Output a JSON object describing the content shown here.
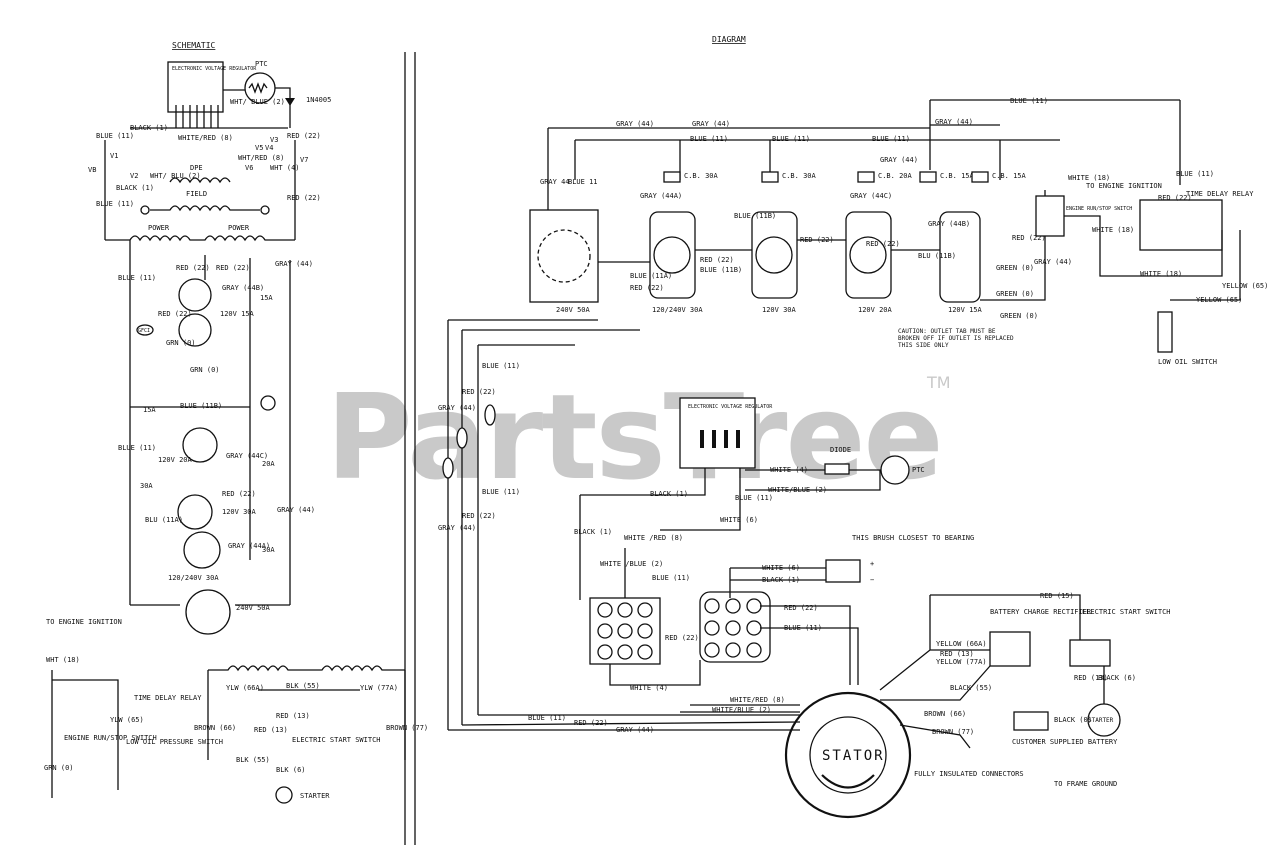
{
  "headings": {
    "schematic": "SCHEMATIC",
    "diagram": "DIAGRAM"
  },
  "watermark": {
    "brand": "PartsTree",
    "trademark": "TM",
    "color": "#c9c9c9"
  },
  "schematic_labels": {
    "ptc": "PTC",
    "diode_part": "1N4005",
    "voltage_regulator": "ELECTRONIC VOLTAGE REGULATOR",
    "wht_blue_2": "WHT/ BLUE (2)",
    "blue_11_a": "BLUE (11)",
    "black_1_a": "BLACK (1)",
    "white_red_8": "WHITE/RED (8)",
    "red_22_a": "RED (22)",
    "v1": "V1",
    "v2": "V2",
    "v3": "V3",
    "v4": "V4",
    "v5": "V5",
    "v6": "V6",
    "v7": "V7",
    "vb": "VB",
    "wht_blu_2": "WHT/ BLU (2)",
    "dpe": "DPE",
    "wht_red_8": "WHT/RED (8)",
    "wht_4": "WHT (4)",
    "black_1_b": "BLACK (1)",
    "field": "FIELD",
    "blue_11_b": "BLUE (11)",
    "red_22_b": "RED (22)",
    "power_1": "POWER",
    "power_2": "POWER",
    "blue_11_c": "BLUE (11)",
    "red_22_c": "RED (22)",
    "red_22_d": "RED (22)",
    "gray_44": "GRAY (44)",
    "gray_44b": "GRAY (44B)",
    "red_22_e": "RED (22)",
    "r120v_15a": "120V 15A",
    "a15_a": "15A",
    "gfci": "GFCI",
    "grn_0_a": "GRN (0)",
    "grn_0_b": "GRN (0)",
    "a15_b": "15A",
    "blue_11b": "BLUE (11B)",
    "blue_11_d": "BLUE (11)",
    "r120v_20a": "120V 20A",
    "gray_44c": "GRAY (44C)",
    "a20": "20A",
    "a30_a": "30A",
    "red_22_f": "RED (22)",
    "r120v_30a": "120V 30A",
    "blu_11a": "BLU (11A)",
    "gray_44_b": "GRAY (44)",
    "gray_44a": "GRAY (44A)",
    "a30_b": "30A",
    "r120_240v_30a": "120/240V 30A",
    "r240v_50a": "240V 50A"
  },
  "engine_labels": {
    "to_engine_ignition": "TO ENGINE IGNITION",
    "wht_18": "WHT (18)",
    "time_delay_relay": "TIME DELAY RELAY",
    "ylw_65": "YLW (65)",
    "engine_run_stop": "ENGINE RUN/STOP SWITCH",
    "low_oil": "LOW OIL PRESSURE SWITCH",
    "grn_0": "GRN (0)",
    "ylw_66a": "YLW (66A)",
    "blk_55_a": "BLK (55)",
    "ylw_77a": "YLW (77A)",
    "brown_66": "BROWN (66)",
    "red_13_a": "RED (13)",
    "red_13_b": "RED (13)",
    "brown_77": "BROWN (77)",
    "blk_55_b": "BLK (55)",
    "electric_start": "ELECTRIC START SWITCH",
    "blk_6": "BLK (6)",
    "starter": "STARTER"
  },
  "diagram_labels": {
    "blue_11_top": "BLUE (11)",
    "gray_44_top1": "GRAY (44)",
    "gray_44_top2": "GRAY (44)",
    "blue_11_mid1": "BLUE (11)",
    "blue_11_mid2": "BLUE (11)",
    "blue_11_mid3": "BLUE (11)",
    "gray_44_right": "GRAY (44)",
    "gray_44_c1": "GRAY (44)",
    "gray_44_v": "GRAY 44",
    "blue_11_v": "BLUE 11",
    "cb_30a_1": "C.B. 30A",
    "cb_30a_2": "C.B. 30A",
    "cb_20a": "C.B. 20A",
    "cb_15a_1": "C.B. 15A",
    "cb_15a_2": "C.B. 15A",
    "gray_44a": "GRAY (44A)",
    "gray_44c": "GRAY (44C)",
    "gray_44b": "GRAY (44B)",
    "blue_11b_a": "BLUE (11B)",
    "blue_11a": "BLUE (11A)",
    "red_22_r1": "RED (22)",
    "red_22_r2": "RED (22)",
    "red_22_r3": "RED (22)",
    "red_22_r4": "RED (22)",
    "red_22_r5": "RED (22)",
    "blue_11b_b": "BLUE (11B)",
    "blu_11b": "BLU (11B)",
    "gray_44_g": "GRAY (44)",
    "green_0_a": "GREEN (0)",
    "green_0_b": "GREEN (0)",
    "green_0_c": "GREEN (0)",
    "r240v_50a": "240V 50A",
    "r120_240v_30a": "120/240V 30A",
    "r120v_30a": "120V 30A",
    "r120v_20a": "120V 20A",
    "r120v_15a": "120V 15A",
    "caution": "CAUTION: OUTLET TAB MUST BE BROKEN OFF IF OUTLET IS REPLACED THIS SIDE ONLY",
    "white_18_a": "WHITE (18)",
    "to_engine_ignition": "TO ENGINE IGNITION",
    "engine_run_stop": "ENGINE RUN/STOP SWITCH",
    "white_18_b": "WHITE (18)",
    "white_18_c": "WHITE (18)",
    "time_delay_relay": "TIME DELAY RELAY",
    "blue_11_r": "BLUE (11)",
    "red_22_tdr": "RED (22)",
    "yellow_65": "YELLOW (65)",
    "yellow_65b": "YELLOW (65)",
    "low_oil_switch": "LOW OIL SWITCH",
    "gray_44_l": "GRAY (44)",
    "red_22_l": "RED (22)",
    "blue_11_l": "BLUE (11)",
    "blue_11_l2": "BLUE (11)",
    "red_22_l2": "RED (22)",
    "evr": "ELECTRONIC VOLTAGE REGULATOR",
    "diode": "DIODE",
    "ptc": "PTC",
    "white_4_a": "WHITE (4)",
    "white_blue_2_a": "WHITE/BLUE (2)",
    "black_1_a": "BLACK (1)",
    "black_1_b": "BLACK (1)",
    "blue_11_m": "BLUE (11)",
    "white_6": "WHITE (6)",
    "white_red_8": "WHITE /RED (8)",
    "white_blue_2_b": "WHITE /BLUE (2)",
    "blue_11_n": "BLUE (11)",
    "red_22_n": "RED (22)",
    "brush_note": "THIS BRUSH CLOSEST TO BEARING",
    "white_6_b": "WHITE (6)",
    "black_1_c": "BLACK (1)",
    "plus": "+",
    "minus": "−",
    "red_22_s": "RED (22)",
    "blue_11_s": "BLUE (11)",
    "white_4_b": "WHITE (4)",
    "white_red_8_b": "WHITE/RED (8)",
    "white_blue_2_c": "WHITE/BLUE (2)",
    "blue_11_bot": "BLUE (11)",
    "red_22_bot": "RED (22)",
    "gray_44_bot": "GRAY (44)",
    "stator": "STATOR",
    "fully_insulated": "FULLY INSULATED CONNECTORS",
    "battery_charge_rectifier": "BATTERY CHARGE RECTIFIER",
    "yellow_66a": "YELLOW (66A)",
    "red_13": "RED (13)",
    "yellow_77a": "YELLOW (77A)",
    "black_55": "BLACK (55)",
    "brown_66": "BROWN (66)",
    "brown_77": "BROWN (77)",
    "red_15": "RED (15)",
    "electric_start_switch": "ELECTRIC START SWITCH",
    "red_13_b": "RED (13)",
    "black_6": "BLACK (6)",
    "starter": "STARTER",
    "customer_battery": "CUSTOMER SUPPLIED BATTERY",
    "black_0": "BLACK (0)",
    "to_frame_ground": "TO FRAME GROUND"
  }
}
